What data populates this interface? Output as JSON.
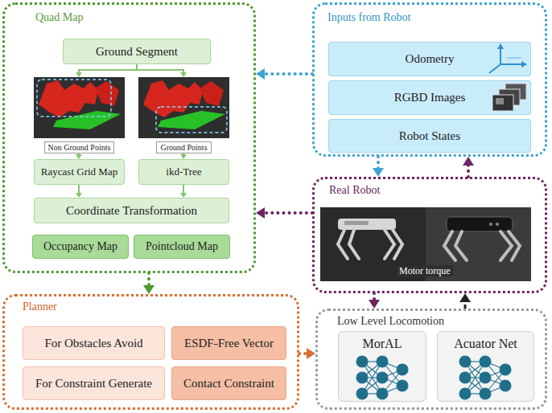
{
  "diagram": {
    "nodes": [
      {
        "text": [
          "Quad Map"
        ]
      },
      {
        "text": [
          "Ground Segment"
        ],
        "in": 0
      },
      {
        "text": [
          "Non Ground Points"
        ],
        "in": 0
      },
      {
        "text": [
          "Ground Points"
        ],
        "in": 0
      },
      {
        "text": [
          "Raycast Grid Map"
        ],
        "in": 0
      },
      {
        "text": [
          "ikd-Tree"
        ],
        "in": 0
      },
      {
        "text": [
          "Coordinate Transformation"
        ],
        "in": 0
      },
      {
        "text": [
          "Occupancy Map"
        ],
        "in": 0
      },
      {
        "text": [
          "Pointcloud Map"
        ],
        "in": 0
      },
      {
        "text": [
          "Inputs from Robot"
        ]
      },
      {
        "text": [
          "Odometry"
        ],
        "in": 9
      },
      {
        "text": [
          "RGBD Images"
        ],
        "in": 9
      },
      {
        "text": [
          "Robot States"
        ],
        "in": 9
      },
      {
        "text": [
          "Real Robot"
        ]
      },
      {
        "text": [
          "Planner"
        ]
      },
      {
        "text": [
          "For Obstacles Avoid"
        ],
        "in": 14
      },
      {
        "text": [
          "ESDF-Free Vector"
        ],
        "in": 14
      },
      {
        "text": [
          "For Constraint Generate"
        ],
        "in": 14
      },
      {
        "text": [
          "Contact Constraint"
        ],
        "in": 14
      },
      {
        "text": [
          "Low Level Locomotion"
        ]
      },
      {
        "text": [
          "MorAL"
        ],
        "in": 19
      },
      {
        "text": [
          "Acuator Net"
        ],
        "in": 19
      }
    ],
    "edges": [
      {
        "from": 9,
        "to": 0,
        "arrow": "to"
      },
      {
        "from": 9,
        "to": 13,
        "arrow": "to"
      },
      {
        "from": 13,
        "to": 9,
        "arrow": "to"
      },
      {
        "from": 13,
        "to": 0,
        "arrow": "to"
      },
      {
        "from": 0,
        "to": 14,
        "arrow": "to"
      },
      {
        "from": 14,
        "to": 19,
        "arrow": "to"
      },
      {
        "from": 13,
        "to": 19,
        "arrow": "to"
      },
      {
        "from": 19,
        "to": 13,
        "arrow": "to"
      },
      {
        "from": 1,
        "to": 2,
        "arrow": "to"
      },
      {
        "from": 1,
        "to": 3,
        "arrow": "to"
      },
      {
        "from": 2,
        "to": 4,
        "arrow": "to"
      },
      {
        "from": 3,
        "to": 5,
        "arrow": "to"
      },
      {
        "from": 4,
        "to": 6,
        "arrow": "to"
      },
      {
        "from": 5,
        "to": 6,
        "arrow": "to"
      }
    ],
    "labels": [
      "Motor torque"
    ]
  }
}
